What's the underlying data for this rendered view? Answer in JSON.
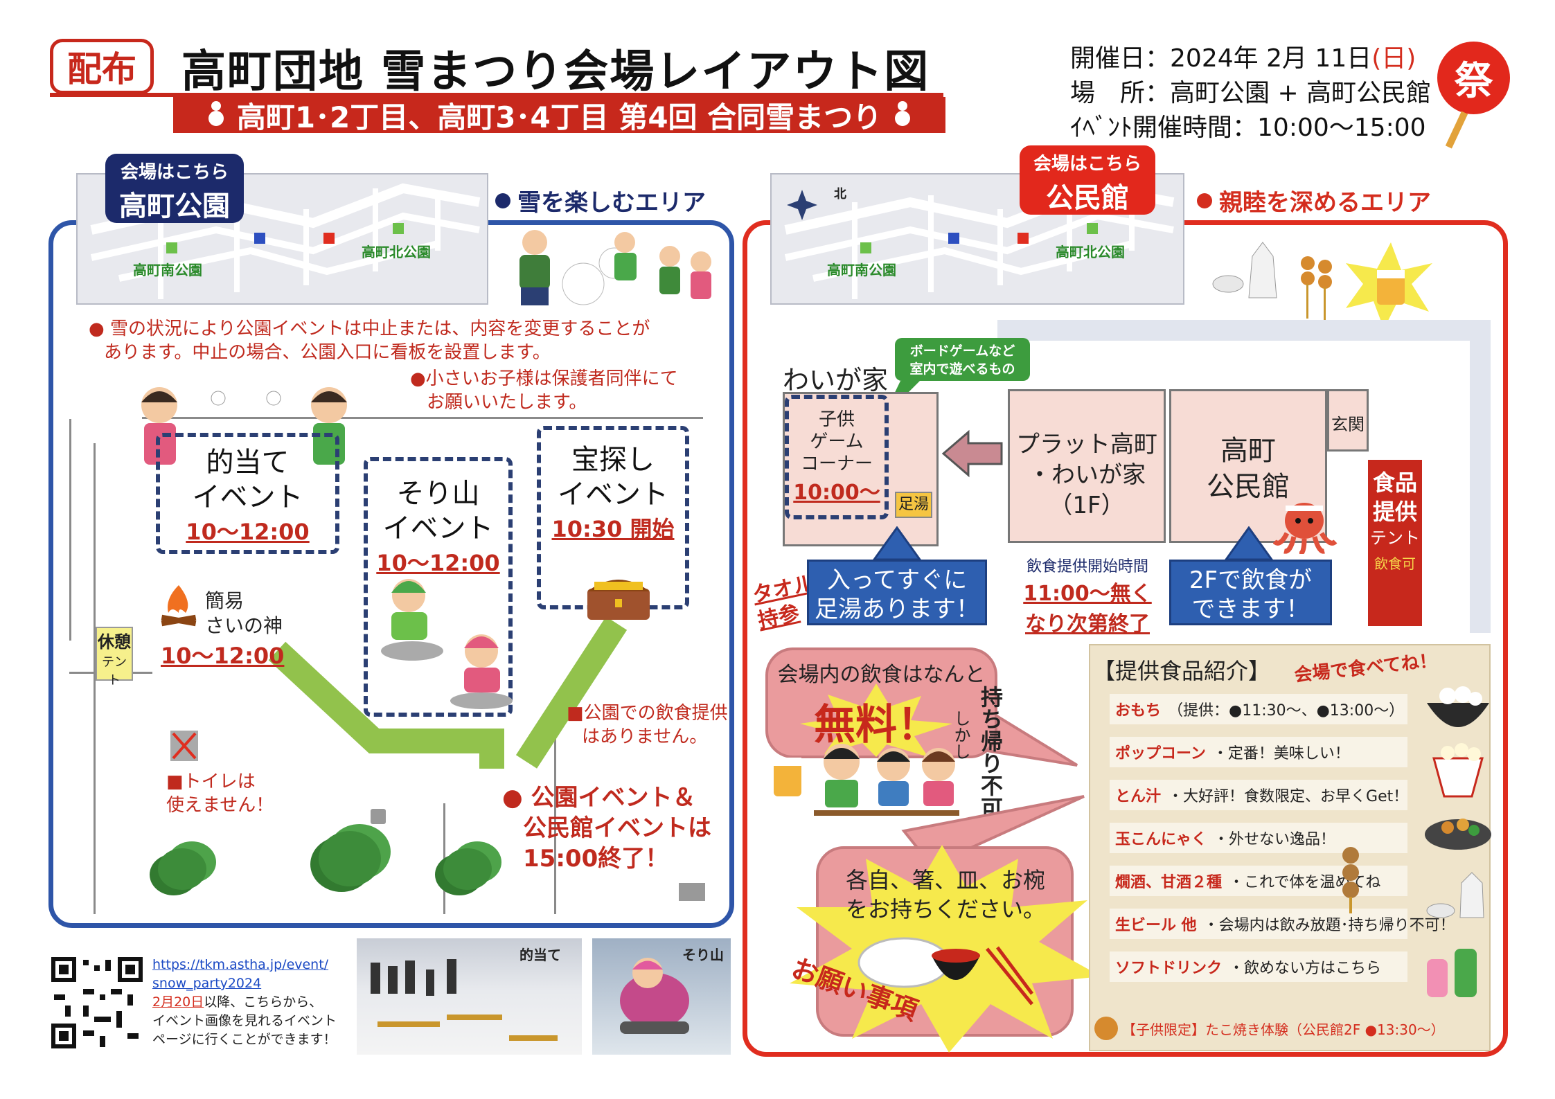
{
  "header": {
    "badge": "配布",
    "title": "高町団地 雪まつり会場レイアウト図",
    "subtitle": "高町1･2丁目、高町3･4丁目 第4回 合同雪まつり"
  },
  "info": {
    "date_label": "開催日：",
    "date_value": "2024年 2月 11日",
    "date_weekday": "(日)",
    "place_label": "場　所：",
    "place_value": "高町公園 + 高町公民館",
    "time_label": "ｲﾍﾞﾝﾄ開催時間：",
    "time_value": "10:00〜15:00",
    "festival_mark": "祭"
  },
  "left": {
    "area_label": "雪を楽しむエリア",
    "venue_tag_small": "会場はこちら",
    "venue_tag_big": "高町公園",
    "map_south_park": "高町南公園",
    "map_north_park": "高町北公園",
    "note1": "● 雪の状況により公園イベントは中止または、内容を変更することが",
    "note1b": "あります。中止の場合、公園入口に看板を設置します。",
    "note2": "●小さいお子様は保護者同伴にて",
    "note2b": "お願いいたします。",
    "ev_target_title1": "的当て",
    "ev_target_title2": "イベント",
    "ev_target_time": "10〜12:00",
    "ev_sled_title1": "そり山",
    "ev_sled_title2": "イベント",
    "ev_sled_time": "10〜12:00",
    "ev_treasure_title1": "宝探し",
    "ev_treasure_title2": "イベント",
    "ev_treasure_time": "10:30 開始",
    "bonfire1": "簡易",
    "bonfire2": "さいの神",
    "bonfire_time": "10〜12:00",
    "rest1": "休憩",
    "rest2": "テント",
    "toilet1": "■トイレは",
    "toilet2": "使えません！",
    "no_food1": "■公園での飲食提供",
    "no_food2": "はありません。",
    "end1": "● 公園イベント＆",
    "end2": "公民館イベントは",
    "end3": "15:00終了！"
  },
  "footer": {
    "url1": "https://tkm.astha.jp/event/",
    "url2": "snow_party2024",
    "note_date": "2月20日",
    "note1": "以降、こちらから、",
    "note2": "イベント画像を見れるイベント",
    "note3": "ページに行くことができます！",
    "photo1_label": "的当て",
    "photo2_label": "そり山"
  },
  "right": {
    "area_label": "親睦を深めるエリア",
    "venue_tag_small": "会場はこちら",
    "venue_tag_big": "公民館",
    "map_north": "北",
    "map_south_park": "高町南公園",
    "map_north_park": "高町北公園",
    "waigaya": "わいが家",
    "boardgame1": "ボードゲームなど",
    "boardgame2": "室内で遊べるもの",
    "kids1": "子供",
    "kids2": "ゲーム",
    "kids3": "コーナー",
    "kids_time": "10:00〜",
    "footbath": "足湯",
    "plat1": "プラット高町",
    "plat2": "・わいが家",
    "plat3": "（1F）",
    "hall1": "高町",
    "hall2": "公民館",
    "entrance": "玄関",
    "tent1": "食品",
    "tent2": "提供",
    "tent3": "テント",
    "tent_ok": "飲食可",
    "towel1": "タオル",
    "towel2": "持参",
    "footbath_msg1": "入ってすぐに",
    "footbath_msg2": "足湯あります！",
    "food_start_label": "飲食提供開始時間",
    "food_start1": "11:00〜無く",
    "food_start2": "なり次第終了",
    "floor2_msg1": "2Fで飲食が",
    "floor2_msg2": "できます！",
    "free_msg": "会場内の飲食はなんと",
    "free_big": "無料！",
    "however": "しかし",
    "takeout": "持ち帰り不可",
    "bring1": "各自、箸、皿、お椀",
    "bring2": "をお持ちください。",
    "request": "お願い事項",
    "menu_title": "【提供食品紹介】",
    "menu_eat": "会場で食べてね！",
    "menu": [
      {
        "name": "おもち",
        "desc": "（提供：●11:30〜、●13:00〜）"
      },
      {
        "name": "ポップコーン",
        "desc": "・定番！美味しい！"
      },
      {
        "name": "とん汁",
        "desc": "・大好評！食数限定、お早くGet！"
      },
      {
        "name": "玉こんにゃく",
        "desc": "・外せない逸品！"
      },
      {
        "name": "燗酒、甘酒２種",
        "desc": "・これで体を温めてね"
      },
      {
        "name": "生ビール 他",
        "desc": "・会場内は飲み放題･持ち帰り不可！"
      },
      {
        "name": "ソフトドリンク",
        "desc": "・飲めない方はこちら"
      }
    ],
    "takoyaki": "【子供限定】たこ焼き体験（公民館2F ●13:30〜）"
  }
}
